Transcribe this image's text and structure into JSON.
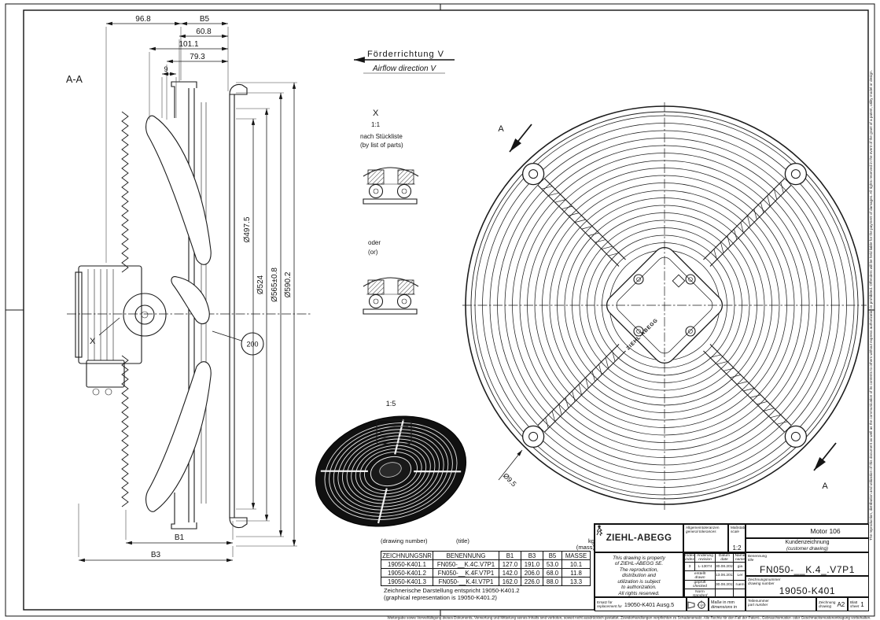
{
  "labels": {
    "section": "A-A",
    "detail_marker": "X",
    "balloon": "200",
    "scale_detail": "1:1",
    "scale_iso": "1:5",
    "arrow": "A",
    "hub_brand": "ZIEHL-ABEGG"
  },
  "dims": {
    "top": {
      "d96": "96.8",
      "db5": "B5",
      "d60": "60.8",
      "d101": "101.1",
      "d79": "79.3",
      "d9": "9"
    },
    "dia": {
      "d497": "Ø497.5",
      "d524": "Ø524",
      "d565": "Ø565±0.8",
      "d590": "Ø590.2"
    },
    "bottom": {
      "b1": "B1",
      "b3": "B3"
    },
    "hole": "Ø9.5"
  },
  "airflow": {
    "de": "Förderrichtung V",
    "en": "Airflow direction V"
  },
  "detail_note": {
    "de": "nach Stückliste",
    "en": "(by list of parts)",
    "or_de": "oder",
    "or_en": "(or)"
  },
  "parts_table": {
    "over": {
      "left": "(drawing number)",
      "mid": "(title)",
      "unit": "kg",
      "mass": "(mass)"
    },
    "headers": [
      "ZEICHNUNGSNR",
      "BENENNUNG",
      "B1",
      "B3",
      "B5",
      "MASSE"
    ],
    "rows": [
      [
        "19050-K401.1",
        "FN050-__K.4C.V7P1",
        "127.0",
        "191.0",
        "53.0",
        "10.1"
      ],
      [
        "19050-K401.2",
        "FN050-__K.4F.V7P1",
        "142.0",
        "206.0",
        "68.0",
        "11.8"
      ],
      [
        "19050-K401.3",
        "FN050-__K.4I.V7P1",
        "162.0",
        "226.0",
        "88.0",
        "13.3"
      ]
    ],
    "note_de": "Zeichnerische Darstellung entspricht 19050-K401.2",
    "note_en": "(graphical representation is 19050-K401.2)"
  },
  "title_block": {
    "brand": "ZIEHL-ABEGG",
    "tolerances_de": "Allgemeintoleranzen",
    "tolerances_en": "general tolerances",
    "scale_de": "Maßstab",
    "scale_en": "scale",
    "scale_value": "1:2",
    "motor": "Motor 106",
    "customer_de": "Kundenzeichnung",
    "customer_en": "(customer drawing)",
    "property_lines": [
      "This drawing is property",
      "of ZIEHL-ABEGG SE.",
      "The reproduction,",
      "distribution and",
      "utilization is subject",
      "to authorization.",
      "All rights reserved."
    ],
    "rev": {
      "index_de": "Index",
      "index_en": "index",
      "change_de": "Änderung",
      "change_en": "revision",
      "date_de": "Datum",
      "date_en": "date",
      "name_de": "Name",
      "name_en": "name",
      "row_index": "3",
      "row_change": "L-13074",
      "row_date": "30.08.2019",
      "row_name": "gia",
      "drawn_de": "erstellt",
      "drawn_en": "drawn",
      "drawn_date": "13.06.2011",
      "drawn_name": "Ler",
      "checked_de": "geprüft",
      "checked_en": "checked",
      "checked_date": "30.08.2011",
      "checked_name": "ruem",
      "standard_de": "Norm",
      "standard_en": "standard"
    },
    "benennung_de": "Benennung",
    "benennung_en": "title",
    "benennung_value": "FN050-__K.4_.V7P1",
    "drawing_no_de": "Zeichnungsnummer",
    "drawing_no_en": "drawing number",
    "drawing_no_value": "19050-K401",
    "replacement_de": "Ersatz für",
    "replacement_en": "replacement for",
    "replacement_value": "19050-K401 Ausg.5",
    "mm_de": "Maße in mm",
    "mm_en": "dimensions in mm",
    "part_no_de": "Teilenummer",
    "part_no_en": "part number",
    "sheet_size_de": "Zeichnung",
    "sheet_size_en": "drawing",
    "sheet_size_value": "A2",
    "sheet_de": "Blatt",
    "sheet_en": "sheet",
    "sheet_value": "1"
  },
  "fine_print": {
    "bottom": "Weitergabe sowie Vervielfältigung dieses Dokuments, Verwertung und Mitteilung seines Inhalts sind verboten, soweit nicht ausdrücklich gestattet. Zuwiderhandlungen verpflichten zu Schadenersatz. Alle Rechte für den Fall der Patent-, Gebrauchsmuster- oder Geschmacksmustereintragung vorbehalten.",
    "side": "The reproduction, distribution and utilization of this document as well as the communication of its contents to others without express authorization is prohibited. Offenders will be held liable for the payment of damages. All rights reserved in the event of the grant of a patent, utility model or design."
  }
}
